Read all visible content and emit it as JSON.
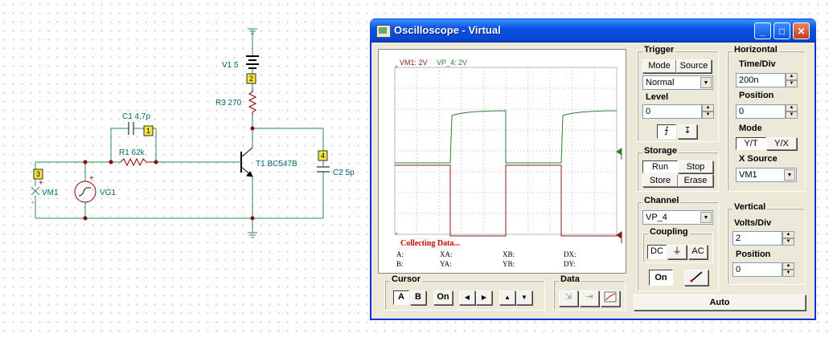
{
  "schematic": {
    "v1_label": "V1 5",
    "r3_label": "R3 270",
    "c1_label": "C1 4,7p",
    "r1_label": "R1 62k",
    "t1_label": "T1 BC547B",
    "c2_label": "C2 5p",
    "vg1_label": "VG1",
    "vm1_label": "VM1",
    "node_1": "1",
    "node_2": "2",
    "node_3": "3",
    "node_4": "4",
    "plus": "+",
    "minus": "-"
  },
  "window": {
    "title": "Oscilloscope - Virtual",
    "minimize": "_",
    "maximize": "□",
    "close": "✕"
  },
  "screen": {
    "legend_vm1": "VM1: 2V",
    "legend_vp4": "VP_4: 2V",
    "status": "Collecting Data...",
    "readouts": {
      "a": "A:",
      "b": "B:",
      "xa": "XA:",
      "ya": "YA:",
      "xb": "XB:",
      "yb": "YB:",
      "dx": "DX:",
      "dy": "DY:"
    },
    "colors": {
      "vm1": "#8b1a1a",
      "vp4": "#2e7d32",
      "grid": "#b8b8b8",
      "status": "#cc0000"
    }
  },
  "trigger": {
    "title": "Trigger",
    "mode_btn": "Mode",
    "source_btn": "Source",
    "mode_value": "Normal",
    "level_label": "Level",
    "level_value": "0",
    "rising": "⨍",
    "falling": "↧"
  },
  "storage": {
    "title": "Storage",
    "run": "Run",
    "stop": "Stop",
    "store": "Store",
    "erase": "Erase"
  },
  "channel": {
    "title": "Channel",
    "value": "VP_4",
    "coupling_title": "Coupling",
    "dc": "DC",
    "gnd": "⏚",
    "ac": "AC",
    "on": "On",
    "probe_icon": "probe-icon"
  },
  "horizontal": {
    "title": "Horizontal",
    "timediv_label": "Time/Div",
    "timediv_value": "200n",
    "position_label": "Position",
    "position_value": "0",
    "mode_label": "Mode",
    "yt": "Y/T",
    "yx": "Y/X",
    "xsource_label": "X Source",
    "xsource_value": "VM1"
  },
  "vertical": {
    "title": "Vertical",
    "voltsdiv_label": "Volts/Div",
    "voltsdiv_value": "2",
    "position_label": "Position",
    "position_value": "0"
  },
  "cursor": {
    "title": "Cursor",
    "a": "A",
    "b": "B",
    "on": "On",
    "left": "◀",
    "right": "▶",
    "up": "▲",
    "down": "▼"
  },
  "data_group": {
    "title": "Data"
  },
  "auto_button": "Auto"
}
